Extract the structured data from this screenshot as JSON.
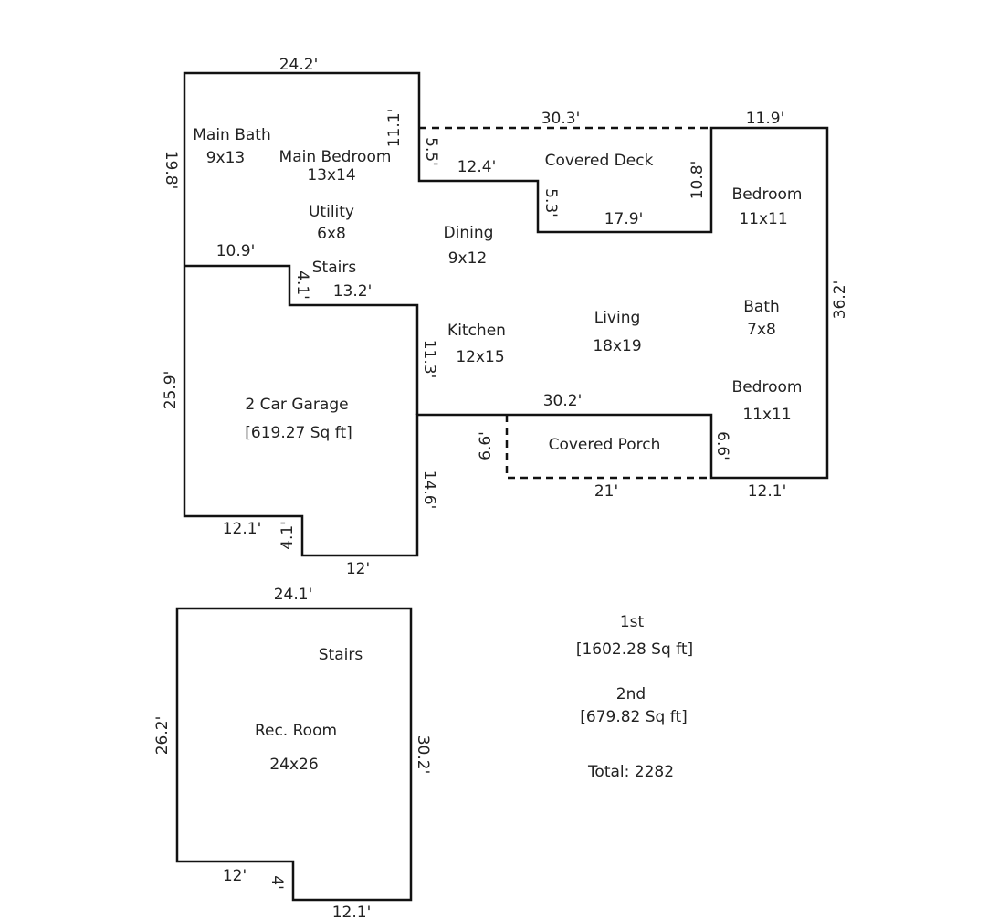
{
  "first_floor": {
    "dimensions": {
      "top_main": "24.2'",
      "left_upper": "19.8'",
      "step_right_upper": "11.1'",
      "deck_top": "30.3'",
      "right_top": "11.9'",
      "deck_left_step": "5.5'",
      "deck_bottom_left": "12.4'",
      "deck_notch": "5.3'",
      "deck_bottom": "17.9'",
      "deck_right": "10.8'",
      "right_side": "36.2'",
      "stairs_ledge": "10.9'",
      "stairs_step": "4.1'",
      "stairs_run": "13.2'",
      "kitchen_side": "11.3'",
      "porch_top": "30.2'",
      "porch_left": "6.6'",
      "porch_right": "6.6'",
      "porch_bottom": "21'",
      "bottom_right": "12.1'",
      "garage_left": "25.9'",
      "garage_right": "14.6'",
      "garage_bottom_left": "12.1'",
      "garage_notch": "4.1'",
      "garage_bottom": "12'"
    },
    "rooms": {
      "main_bath_name": "Main Bath",
      "main_bath_size": "9x13",
      "main_bedroom_name": "Main Bedroom",
      "main_bedroom_size": "13x14",
      "utility_name": "Utility",
      "utility_size": "6x8",
      "stairs_name": "Stairs",
      "dining_name": "Dining",
      "dining_size": "9x12",
      "covered_deck": "Covered Deck",
      "bedroom1_name": "Bedroom",
      "bedroom1_size": "11x11",
      "bath_name": "Bath",
      "bath_size": "7x8",
      "bedroom2_name": "Bedroom",
      "bedroom2_size": "11x11",
      "living_name": "Living",
      "living_size": "18x19",
      "kitchen_name": "Kitchen",
      "kitchen_size": "12x15",
      "garage_name": "2 Car Garage",
      "garage_area": "[619.27 Sq ft]",
      "covered_porch": "Covered Porch"
    }
  },
  "second_floor": {
    "dimensions": {
      "top": "24.1'",
      "left": "26.2'",
      "right": "30.2'",
      "bottom_left": "12'",
      "notch": "4'",
      "bottom": "12.1'"
    },
    "rooms": {
      "stairs_name": "Stairs",
      "rec_room_name": "Rec. Room",
      "rec_room_size": "24x26"
    }
  },
  "summary": {
    "first_label": "1st",
    "first_area": "[1602.28 Sq ft]",
    "second_label": "2nd",
    "second_area": "[679.82 Sq ft]",
    "total": "Total: 2282"
  }
}
